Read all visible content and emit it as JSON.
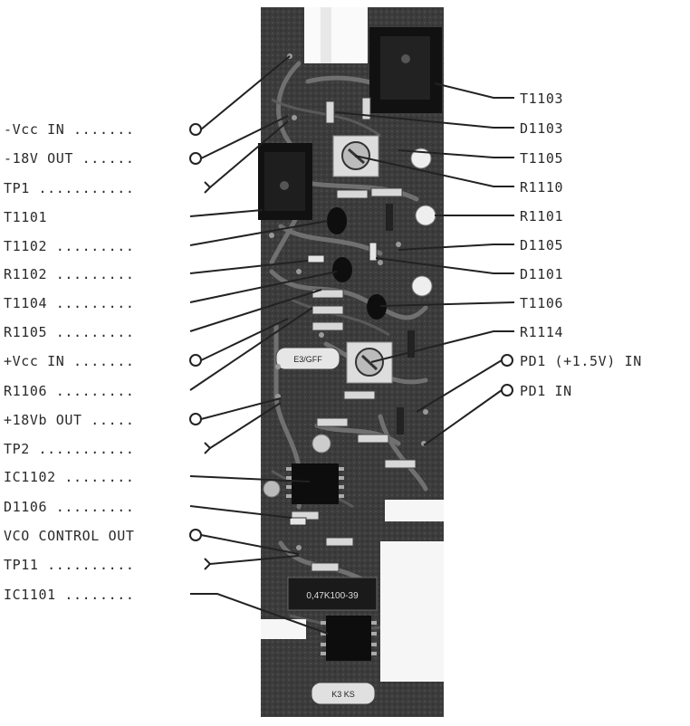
{
  "left_labels": [
    {
      "text": "-Vcc IN .......",
      "terminal": "circle"
    },
    {
      "text": "-18V OUT ......",
      "terminal": "circle"
    },
    {
      "text": "TP1 ...........",
      "terminal": "chevron"
    },
    {
      "text": "T1101",
      "terminal": "line"
    },
    {
      "text": "T1102 .........",
      "terminal": "line"
    },
    {
      "text": "R1102 .........",
      "terminal": "line"
    },
    {
      "text": "T1104 .........",
      "terminal": "line"
    },
    {
      "text": "R1105 .........",
      "terminal": "line"
    },
    {
      "text": "+Vcc IN .......",
      "terminal": "circle"
    },
    {
      "text": "R1106 .........",
      "terminal": "line"
    },
    {
      "text": "+18Vb OUT .....",
      "terminal": "circle"
    },
    {
      "text": "TP2 ...........",
      "terminal": "chevron"
    },
    {
      "text": "IC1102 ........",
      "terminal": "line"
    },
    {
      "text": "D1106 .........",
      "terminal": "line"
    },
    {
      "text": "VCO CONTROL OUT",
      "terminal": "circle"
    },
    {
      "text": "TP11 ..........",
      "terminal": "chevron"
    },
    {
      "text": "IC1101 ........",
      "terminal": "line"
    }
  ],
  "right_labels": [
    {
      "text": "T1103",
      "terminal": "line"
    },
    {
      "text": "D1103",
      "terminal": "line"
    },
    {
      "text": "T1105",
      "terminal": "line"
    },
    {
      "text": "R1110",
      "terminal": "line"
    },
    {
      "text": "R1101",
      "terminal": "line"
    },
    {
      "text": "D1105",
      "terminal": "line"
    },
    {
      "text": "D1101",
      "terminal": "line"
    },
    {
      "text": "T1106",
      "terminal": "line"
    },
    {
      "text": "R1114",
      "terminal": "line"
    },
    {
      "text": "PD1 (+1.5V) IN",
      "terminal": "circle"
    },
    {
      "text": "PD1 IN",
      "terminal": "circle"
    }
  ],
  "board_markings": {
    "capacitor_1": "0,47K100-39",
    "capacitor_2": "E3/GFF",
    "capacitor_3": "K3 KS"
  },
  "colors": {
    "background": "#ffffff",
    "board": "#3a3a3a",
    "text": "#2a2a2a"
  }
}
